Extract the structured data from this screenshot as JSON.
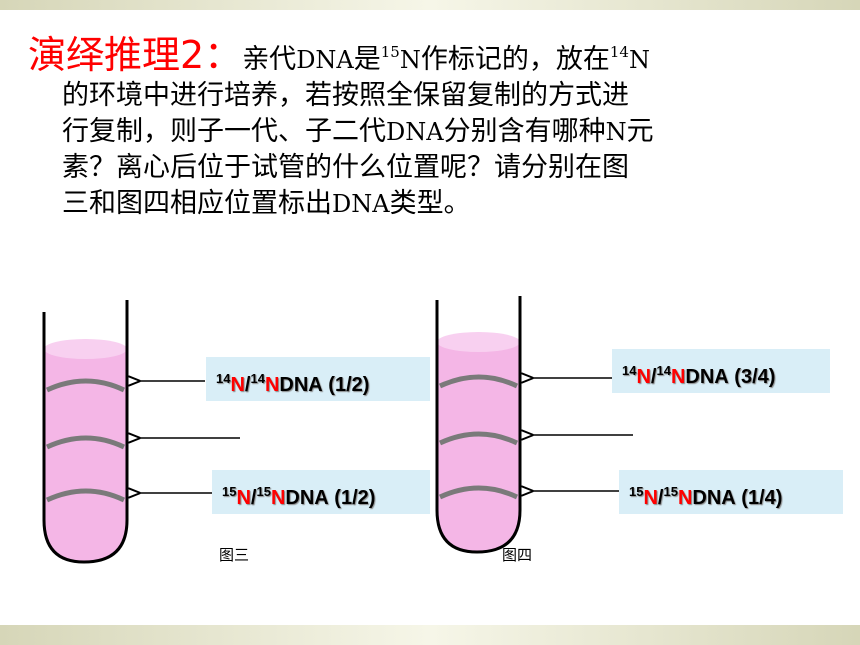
{
  "header": {
    "title": "演绎推理2：",
    "text_a": "亲代",
    "dna": "DNA",
    "text_b": "是",
    "sup15": "15",
    "n": "N",
    "text_c": "作标记的，放在",
    "sup14": "14",
    "line2": "的环境中进行培养，若按照全保留复制的方式进",
    "line3a": "行复制，则子一代、子二代",
    "line3b": "分别含有哪种",
    "line3c": "元",
    "line4": "素？离心后位于试管的什么位置呢？请分别在图",
    "line5a": "三和图四相应位置标出",
    "line5b": "类型。"
  },
  "figure3": {
    "caption": "图三",
    "label_top": {
      "sup1": "14",
      "n1": "N",
      "slash": "/",
      "sup2": "14",
      "n2": "N",
      "rest": "DNA (1/2)"
    },
    "label_bottom": {
      "sup1": "15",
      "n1": "N",
      "slash": "/",
      "sup2": "15",
      "n2": "N",
      "rest": "DNA (1/2)"
    }
  },
  "figure4": {
    "caption": "图四",
    "label_top": {
      "sup1": "14",
      "n1": "N",
      "slash": "/",
      "sup2": "14",
      "n2": "N",
      "rest": "DNA (3/4)"
    },
    "label_bottom": {
      "sup1": "15",
      "n1": "N",
      "slash": "/",
      "sup2": "15",
      "n2": "N",
      "rest": "DNA (1/4)"
    }
  },
  "colors": {
    "title": "#ff0000",
    "liquid": "#f4b6e6",
    "band": "#7a7a7a",
    "label_bg": "#d9eef7"
  }
}
